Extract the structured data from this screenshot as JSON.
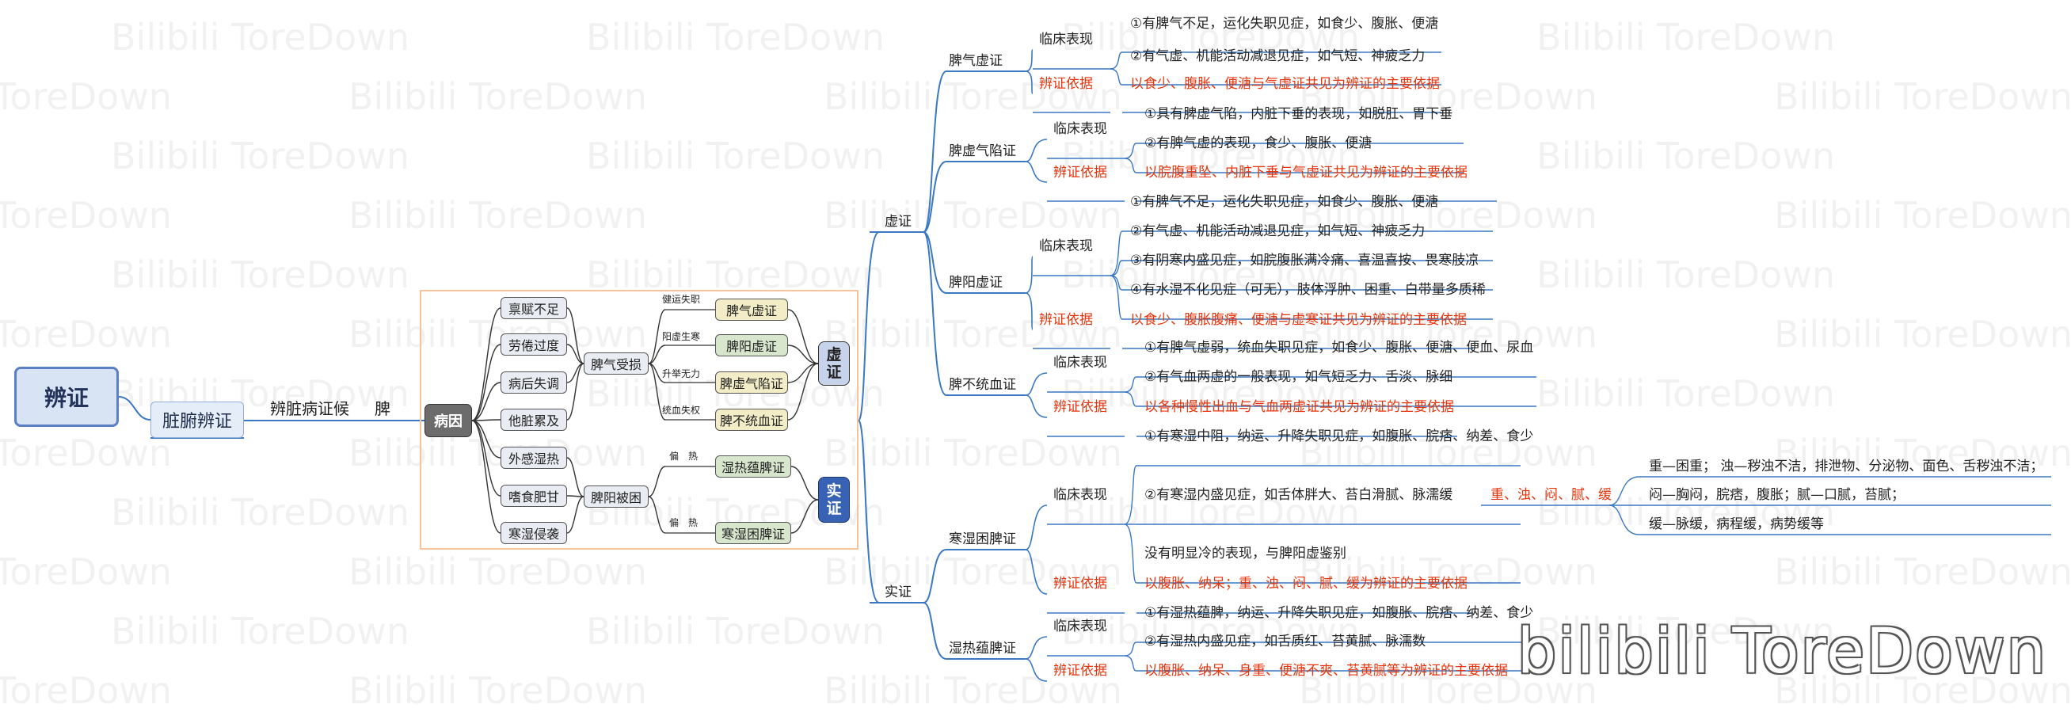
{
  "colors": {
    "line": "#3a78c4",
    "accent_red": "#e8340c",
    "wire": "#333333",
    "frame": "#f5c49c"
  },
  "watermark": "Bilibili ToreDown",
  "logo": {
    "text": "bilibili ToreDown"
  },
  "root": {
    "title": "辨证"
  },
  "l1": {
    "title": "脏腑辨证"
  },
  "l2": {
    "label": "辨脏病证候"
  },
  "l3": {
    "label": "脾"
  },
  "cause_diagram": {
    "center": "病因",
    "causes": [
      "禀赋不足",
      "劳倦过度",
      "病后失调",
      "他脏累及",
      "外感湿热",
      "嗜食肥甘",
      "寒湿侵袭"
    ],
    "mech_xu": "脾气受损",
    "mech_shi": "脾阳被困",
    "xu_edges": [
      "健运失职",
      "阳虚生寒",
      "升举无力",
      "统血失权"
    ],
    "xu_results": [
      "脾气虚证",
      "脾阳虚证",
      "脾虚气陷证",
      "脾不统血证"
    ],
    "shi_edges": [
      "偏　热",
      "偏　热"
    ],
    "shi_results": [
      "湿热蕴脾证",
      "寒湿困脾证"
    ],
    "xu_label": [
      "虚",
      "证"
    ],
    "shi_label": [
      "实",
      "证"
    ]
  },
  "xu": {
    "label": "虚证",
    "items": [
      {
        "name": "脾气虚证",
        "clinical_label": "临床表现",
        "clinical": [
          "①有脾气不足，运化失职见症，如食少、腹胀、便溏",
          "②有气虚、机能活动减退见症，如气短、神疲乏力"
        ],
        "basis_label": "辨证依据",
        "basis": "以食少、腹胀、便溏与气虚证共见为辨证的主要依据"
      },
      {
        "name": "脾虚气陷证",
        "clinical_label": "临床表现",
        "clinical": [
          "①具有脾虚气陷，内脏下垂的表现，如脱肛、胃下垂",
          "②有脾气虚的表现，食少、腹胀、便溏"
        ],
        "basis_label": "辨证依据",
        "basis": "以脘腹重坠、内脏下垂与气虚证共见为辨证的主要依据"
      },
      {
        "name": "脾阳虚证",
        "clinical_label": "临床表现",
        "clinical": [
          "①有脾气不足，运化失职见症，如食少、腹胀、便溏",
          "②有气虚、机能活动减退见症，如气短、神疲乏力",
          "③有阴寒内盛见症，如脘腹胀满冷痛、喜温喜按、畏寒肢凉",
          "④有水湿不化见症（可无），肢体浮肿、困重、白带量多质稀"
        ],
        "basis_label": "辨证依据",
        "basis": "以食少、腹胀腹痛、便溏与虚寒证共见为辨证的主要依据"
      },
      {
        "name": "脾不统血证",
        "clinical_label": "临床表现",
        "clinical": [
          "①有脾气虚弱，统血失职见症，如食少、腹胀、便溏、便血、尿血",
          "②有气血两虚的一般表现，如气短乏力、舌淡、脉细"
        ],
        "basis_label": "辨证依据",
        "basis": "以各种慢性出血与气血两虚证共见为辨证的主要依据"
      }
    ]
  },
  "shi": {
    "label": "实证",
    "items": [
      {
        "name": "寒湿困脾证",
        "clinical_label": "临床表现",
        "clinical": [
          "①有寒湿中阻，纳运、升降失职见症，如腹胀、脘痞、纳差、食少",
          "②有寒湿内盛见症，如舌体胖大、苔白滑腻、脉濡缓",
          "没有明显冷的表现，与脾阳虚鉴别"
        ],
        "key_words": "重、浊、闷、腻、缓",
        "key_details": [
          "重—困重；  浊—秽浊不洁，排泄物、分泌物、面色、舌秽浊不洁；",
          "闷—胸闷，脘痞，腹胀；腻—口腻，苔腻；",
          "缓—脉缓，病程缓，病势缓等"
        ],
        "basis_label": "辨证依据",
        "basis": "以腹胀、纳呆；重、浊、闷、腻、缓为辨证的主要依据"
      },
      {
        "name": "湿热蕴脾证",
        "clinical_label": "临床表现",
        "clinical": [
          "①有湿热蕴脾，纳运、升降失职见症，如腹胀、脘痞、纳差、食少",
          "②有湿热内盛见症，如舌质红、苔黄腻、脉濡数"
        ],
        "basis_label": "辨证依据",
        "basis": "以腹胀、纳呆、身重、便溏不爽、苔黄腻等为辨证的主要依据"
      }
    ]
  }
}
